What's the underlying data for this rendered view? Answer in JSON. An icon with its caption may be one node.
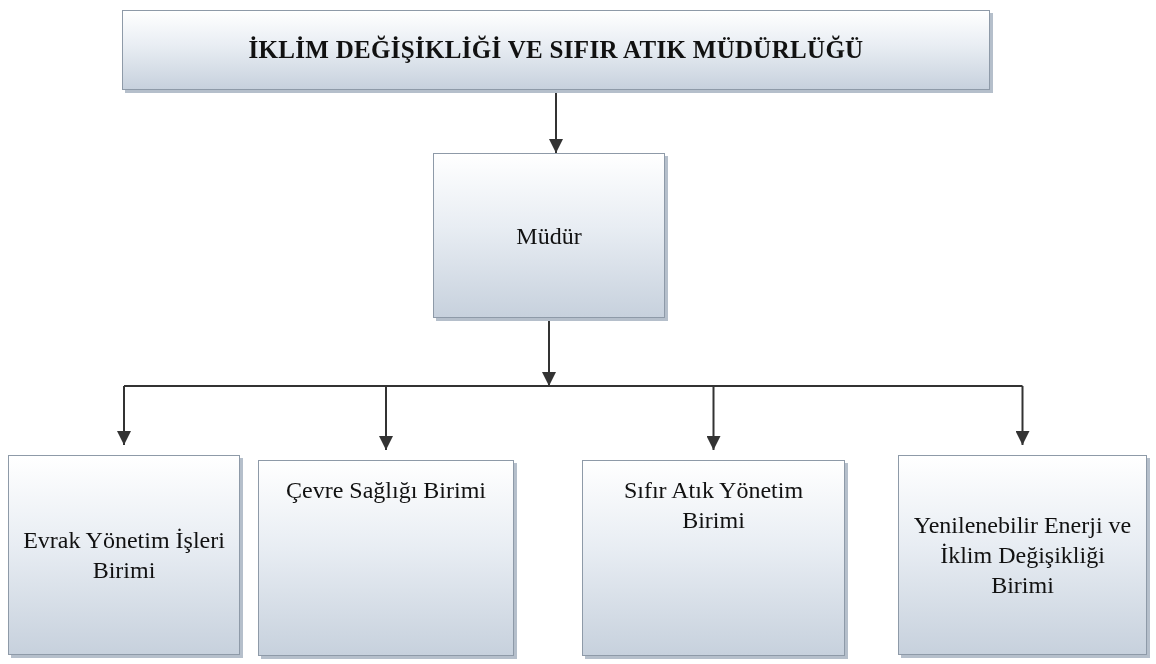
{
  "diagram": {
    "nodes": [
      {
        "text": [
          "İKLİM DEĞİŞİKLİĞİ VE SIFIR ATIK MÜDÜRLÜĞÜ"
        ]
      },
      {
        "text": [
          "Müdür"
        ]
      },
      {
        "text": [
          "Evrak Yönetim İşleri Birimi"
        ]
      },
      {
        "text": [
          "Çevre Sağlığı Birimi"
        ]
      },
      {
        "text": [
          "Sıfır Atık Yönetim Birimi"
        ]
      },
      {
        "text": [
          "Yenilenebilir Enerji ve İklim Değişikliği Birimi"
        ]
      }
    ],
    "edges": [
      {
        "from": 0,
        "to": 1,
        "arrow": "to"
      },
      {
        "from": 1,
        "to": 2,
        "arrow": "to"
      },
      {
        "from": 1,
        "to": 3,
        "arrow": "to"
      },
      {
        "from": 1,
        "to": 4,
        "arrow": "to"
      },
      {
        "from": 1,
        "to": 5,
        "arrow": "to"
      }
    ]
  }
}
